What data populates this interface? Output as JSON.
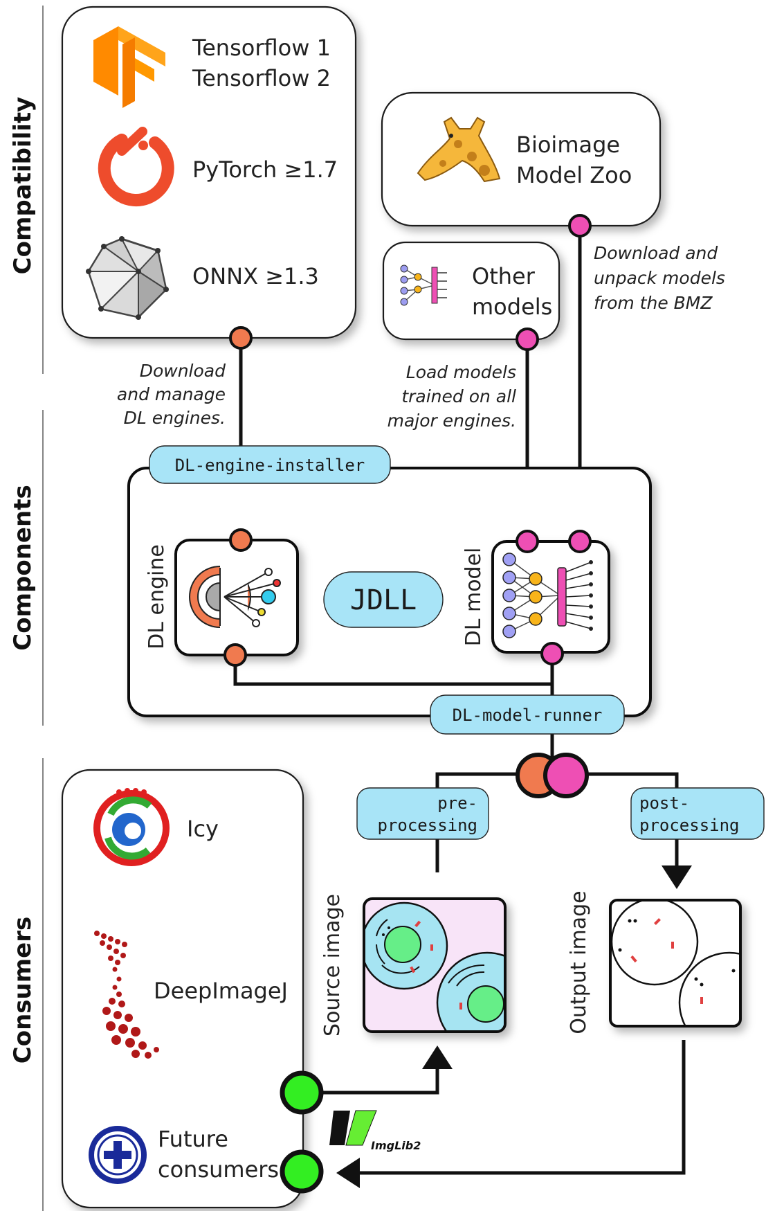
{
  "sections": {
    "compatibility": "Compatibility",
    "components": "Components",
    "consumers": "Consumers"
  },
  "engines": {
    "tensorflow_1": "Tensorflow 1",
    "tensorflow_2": "Tensorflow 2",
    "pytorch": "PyTorch ≥1.7",
    "onnx": "ONNX ≥1.3"
  },
  "bmz": {
    "line1": "Bioimage",
    "line2": "Model Zoo"
  },
  "other_models": {
    "line1": "Other",
    "line2": "models"
  },
  "annotations": {
    "download_engines": [
      "Download",
      "and manage",
      "DL engines."
    ],
    "load_models": [
      "Load models",
      "trained on all",
      "major engines."
    ],
    "bmz_download": [
      "Download and",
      "unpack models",
      "from the BMZ"
    ]
  },
  "components": {
    "installer_tag": "DL-engine-installer",
    "runner_tag": "DL-model-runner",
    "dl_engine": "DL engine",
    "dl_model": "DL model",
    "jdll": "JDLL"
  },
  "processing": {
    "pre_line1": "pre-",
    "pre_line2": "processing",
    "post_line1": "post-",
    "post_line2": "processing"
  },
  "images": {
    "source": "Source image",
    "output": "Output image"
  },
  "consumers": {
    "icy": "Icy",
    "deepimagej": "DeepImageJ",
    "future_line1": "Future",
    "future_line2": "consumers",
    "imglib2": "ImgLib2"
  },
  "colors": {
    "engine_orange": "#f07a4f",
    "model_pink": "#ee4fb4",
    "consumer_green": "#33ee22",
    "tag_blue": "#a8e4f7",
    "source_bg": "#f8e4f8",
    "cell_blue": "#a6e4f2",
    "nucleus_green": "#66ee88"
  },
  "icons": [
    "tensorflow-icon",
    "pytorch-icon",
    "onnx-icon",
    "giraffe-icon",
    "neural-network-icon",
    "gear-brain-icon",
    "icy-icon",
    "deepimagej-icon",
    "plus-icon",
    "imglib2-icon"
  ]
}
